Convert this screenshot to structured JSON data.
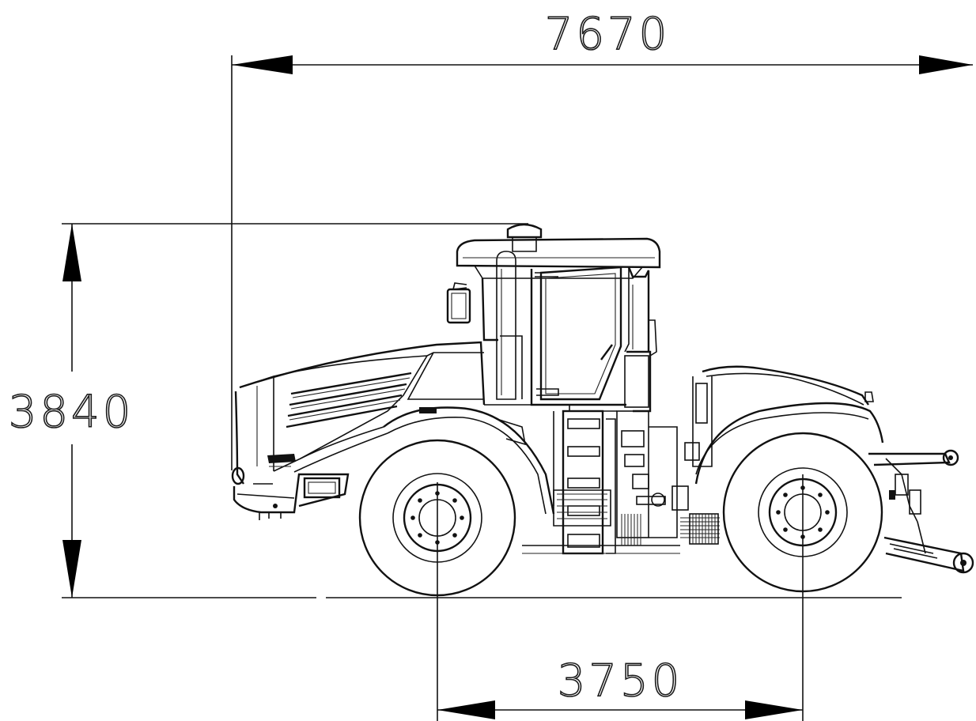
{
  "dimensions": {
    "overall_length": "7670",
    "overall_height": "3840",
    "wheelbase": "3750"
  }
}
